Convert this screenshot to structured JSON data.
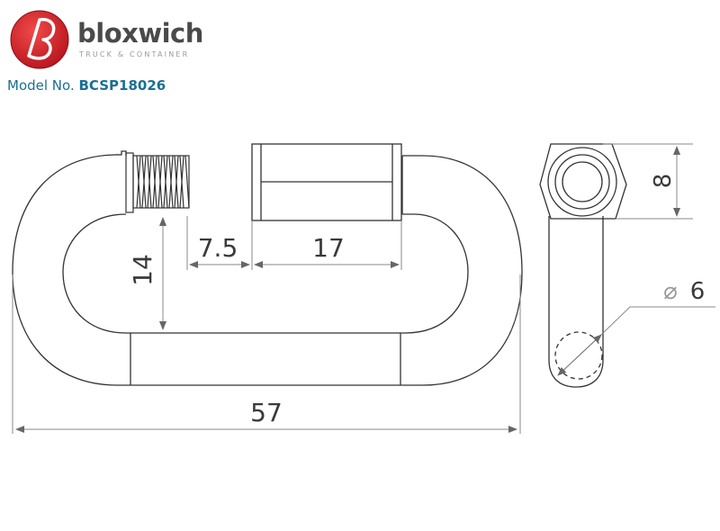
{
  "header": {
    "brand_name": "bloxwich",
    "brand_tagline": "TRUCK & CONTAINER",
    "model_label": "Model No.",
    "model_value": "BCSP18026"
  },
  "dimensions": {
    "overall_length": "57",
    "inner_height": "14",
    "gap": "7.5",
    "sleeve_length": "17",
    "hex_size": "8",
    "wire_diameter_symbol": "⌀",
    "wire_diameter": "6"
  },
  "colors": {
    "brand_red": "#d8202a",
    "brand_gray": "#4a4a4a",
    "model_blue": "#1a6f95",
    "line": "#333333",
    "dim_line": "#8a8a8a"
  }
}
